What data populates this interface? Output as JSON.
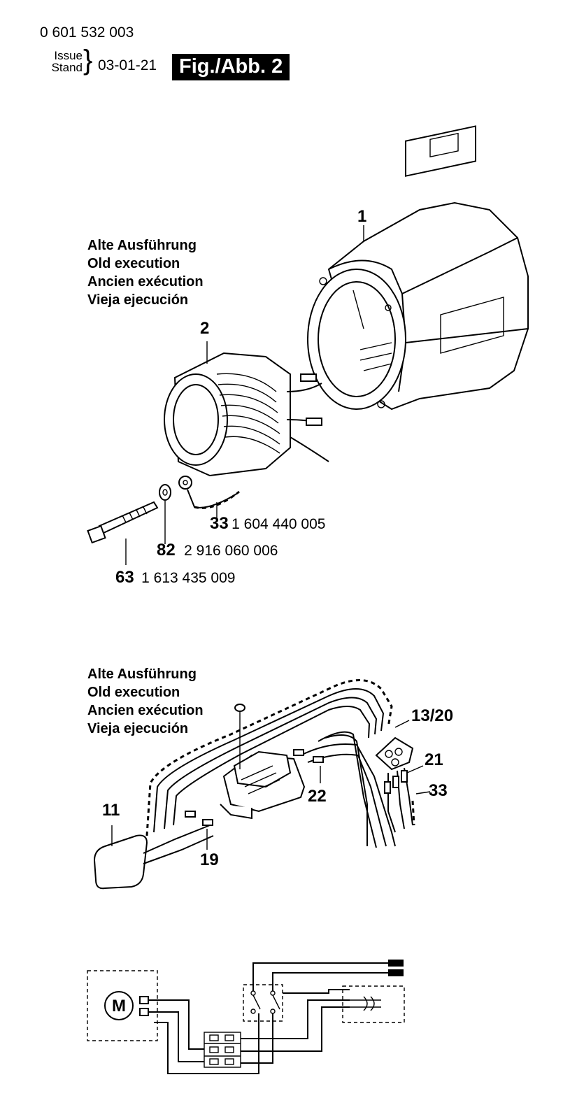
{
  "header": {
    "doc_number": "0 601 532 003",
    "issue_label_en": "Issue",
    "issue_label_de": "Stand",
    "issue_date": "03-01-21",
    "figure_label": "Fig./Abb. 2"
  },
  "execution_note": {
    "de": "Alte Ausführung",
    "en": "Old execution",
    "fr": "Ancien exécution",
    "es": "Vieja ejecución"
  },
  "parts": {
    "p1": {
      "callout": "1"
    },
    "p2": {
      "callout": "2"
    },
    "p33_top": {
      "callout": "33",
      "part_number": "1 604 440 005"
    },
    "p82": {
      "callout": "82",
      "part_number": "2 916 060 006"
    },
    "p63": {
      "callout": "63",
      "part_number": "1 613 435 009"
    },
    "p13_20": {
      "callout": "13/20"
    },
    "p21": {
      "callout": "21"
    },
    "p33_mid": {
      "callout": "33"
    },
    "p22": {
      "callout": "22"
    },
    "p11": {
      "callout": "11"
    },
    "p19": {
      "callout": "19"
    }
  },
  "schematic": {
    "motor_symbol": "M"
  }
}
